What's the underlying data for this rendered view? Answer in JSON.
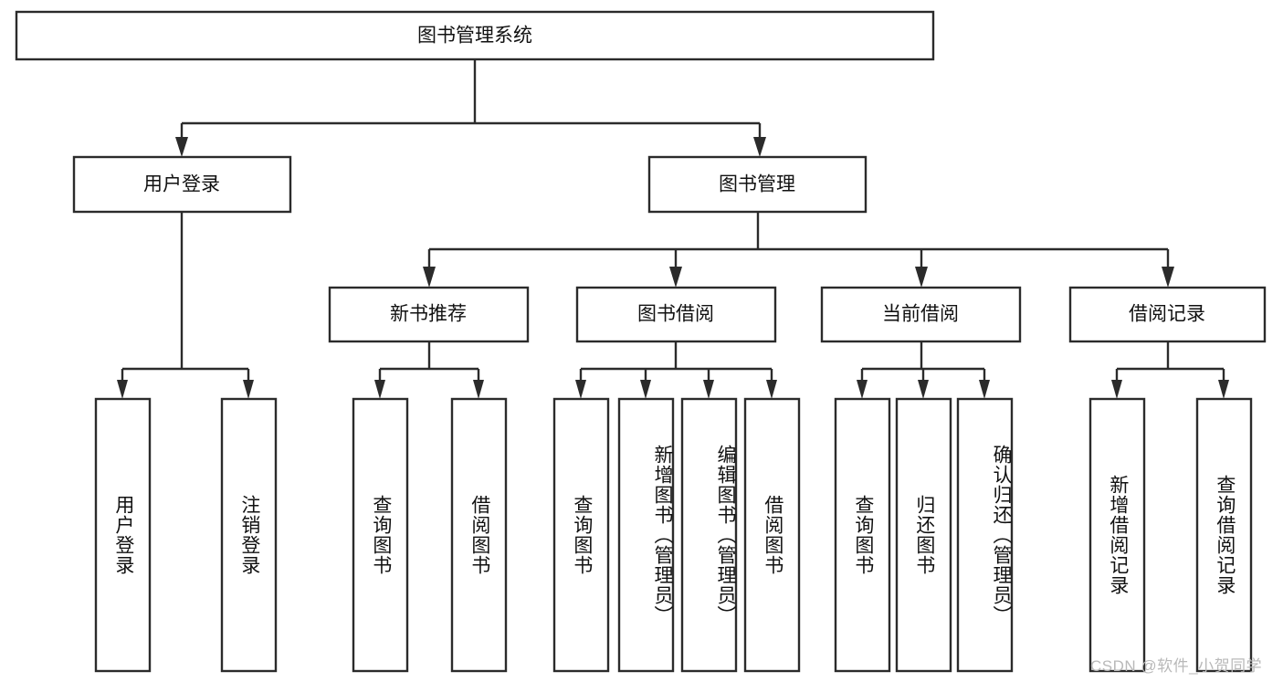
{
  "diagram": {
    "title": "图书管理系统",
    "type": "hierarchy-tree",
    "root": {
      "id": "root",
      "label": "图书管理系统",
      "orientation": "horizontal"
    },
    "level2": [
      {
        "id": "user-login",
        "label": "用户登录",
        "orientation": "horizontal"
      },
      {
        "id": "book-manage",
        "label": "图书管理",
        "orientation": "horizontal"
      }
    ],
    "level3": [
      {
        "id": "new-book-recommend",
        "label": "新书推荐",
        "orientation": "horizontal",
        "parent": "book-manage"
      },
      {
        "id": "book-borrow",
        "label": "图书借阅",
        "orientation": "horizontal",
        "parent": "book-manage"
      },
      {
        "id": "current-borrow",
        "label": "当前借阅",
        "orientation": "horizontal",
        "parent": "book-manage"
      },
      {
        "id": "borrow-record",
        "label": "借阅记录",
        "orientation": "horizontal",
        "parent": "book-manage"
      }
    ],
    "leaves": [
      {
        "id": "leaf-user-login",
        "label": "用户登录",
        "orientation": "vertical",
        "parent": "user-login"
      },
      {
        "id": "leaf-user-logout",
        "label": "注销登录",
        "orientation": "vertical",
        "parent": "user-login"
      },
      {
        "id": "leaf-query-book-1",
        "label": "查询图书",
        "orientation": "vertical",
        "parent": "new-book-recommend"
      },
      {
        "id": "leaf-borrow-book-1",
        "label": "借阅图书",
        "orientation": "vertical",
        "parent": "new-book-recommend"
      },
      {
        "id": "leaf-query-book-2",
        "label": "查询图书",
        "orientation": "vertical",
        "parent": "book-borrow"
      },
      {
        "id": "leaf-add-book",
        "label": "新增图书（管理员）",
        "orientation": "vertical",
        "parent": "book-borrow"
      },
      {
        "id": "leaf-edit-book",
        "label": "编辑图书（管理员）",
        "orientation": "vertical",
        "parent": "book-borrow"
      },
      {
        "id": "leaf-borrow-book-2",
        "label": "借阅图书",
        "orientation": "vertical",
        "parent": "book-borrow"
      },
      {
        "id": "leaf-query-book-3",
        "label": "查询图书",
        "orientation": "vertical",
        "parent": "current-borrow"
      },
      {
        "id": "leaf-return-book",
        "label": "归还图书",
        "orientation": "vertical",
        "parent": "current-borrow"
      },
      {
        "id": "leaf-confirm-return",
        "label": "确认归还（管理员）",
        "orientation": "vertical",
        "parent": "current-borrow"
      },
      {
        "id": "leaf-add-record",
        "label": "新增借阅记录",
        "orientation": "vertical",
        "parent": "borrow-record"
      },
      {
        "id": "leaf-query-record",
        "label": "查询借阅记录",
        "orientation": "vertical",
        "parent": "borrow-record"
      }
    ],
    "colors": {
      "stroke": "#2b2b2b",
      "fill": "#ffffff",
      "text": "#111111",
      "background": "#ffffff",
      "watermark": "#b9b9b9"
    }
  },
  "watermark": {
    "text": "CSDN @软件_小贺同学"
  }
}
